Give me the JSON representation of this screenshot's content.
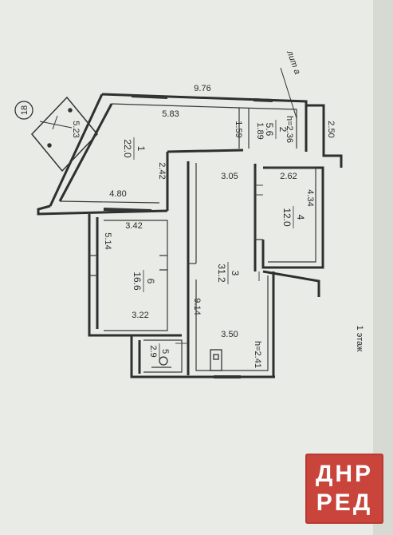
{
  "plan": {
    "sheet_number": "18",
    "litera": "лит а",
    "floor_label": "1 этаж",
    "rooms": [
      {
        "id": "1",
        "area": "22.0"
      },
      {
        "id": "2",
        "area": "5.6"
      },
      {
        "id": "3",
        "area": "31.2"
      },
      {
        "id": "4",
        "area": "12.0"
      },
      {
        "id": "5",
        "area": "2.9"
      },
      {
        "id": "6",
        "area": "16.6"
      }
    ],
    "dimensions": {
      "d_9_76": "9.76",
      "d_5_83": "5.83",
      "d_1_59": "1.59",
      "d_1_89": "1.89",
      "d_h_2_36": "h=2.36",
      "d_2_50": "2.50",
      "d_5_23": "5.23",
      "d_2_42": "2.42",
      "d_3_05": "3.05",
      "d_2_62": "2.62",
      "d_4_34": "4.34",
      "d_4_80": "4.80",
      "d_3_42": "3.42",
      "d_5_14": "5.14",
      "d_9_14": "9.14",
      "d_3_22": "3.22",
      "d_3_50": "3.50",
      "d_h_2_41": "h=2.41"
    }
  },
  "watermark": {
    "line1": "ДНР",
    "line2": "РЕД",
    "color": "#c9453c"
  }
}
